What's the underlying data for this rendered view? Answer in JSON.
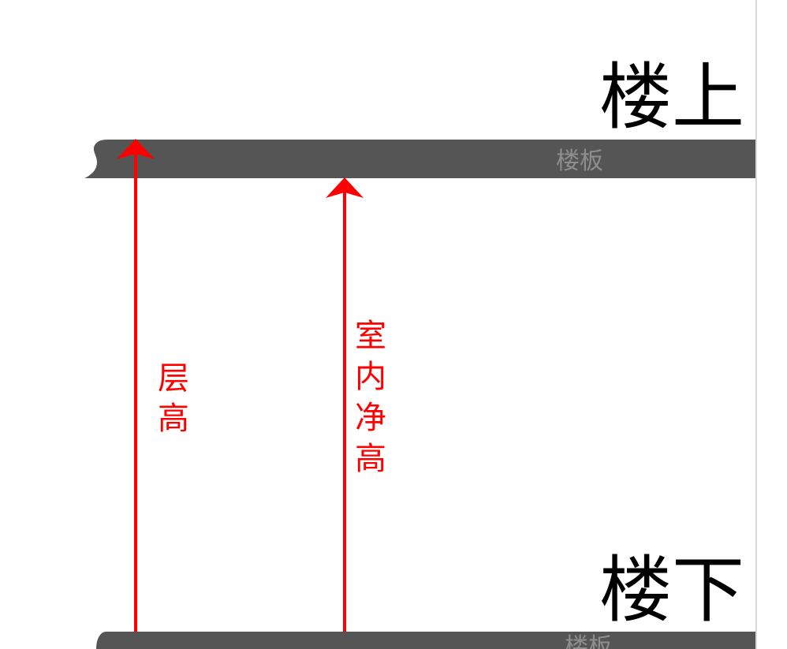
{
  "labels": {
    "upstairs": "楼上",
    "downstairs": "楼下",
    "top_slab": "楼板",
    "bottom_slab": "楼板"
  },
  "measurements": {
    "floor_height": [
      "层",
      "高"
    ],
    "clear_height": [
      "室",
      "内",
      "净",
      "高"
    ]
  },
  "colors": {
    "slab": "#555555",
    "slab_text": "#8e8e8e",
    "arrow": "#ff0000",
    "label": "#000000"
  }
}
